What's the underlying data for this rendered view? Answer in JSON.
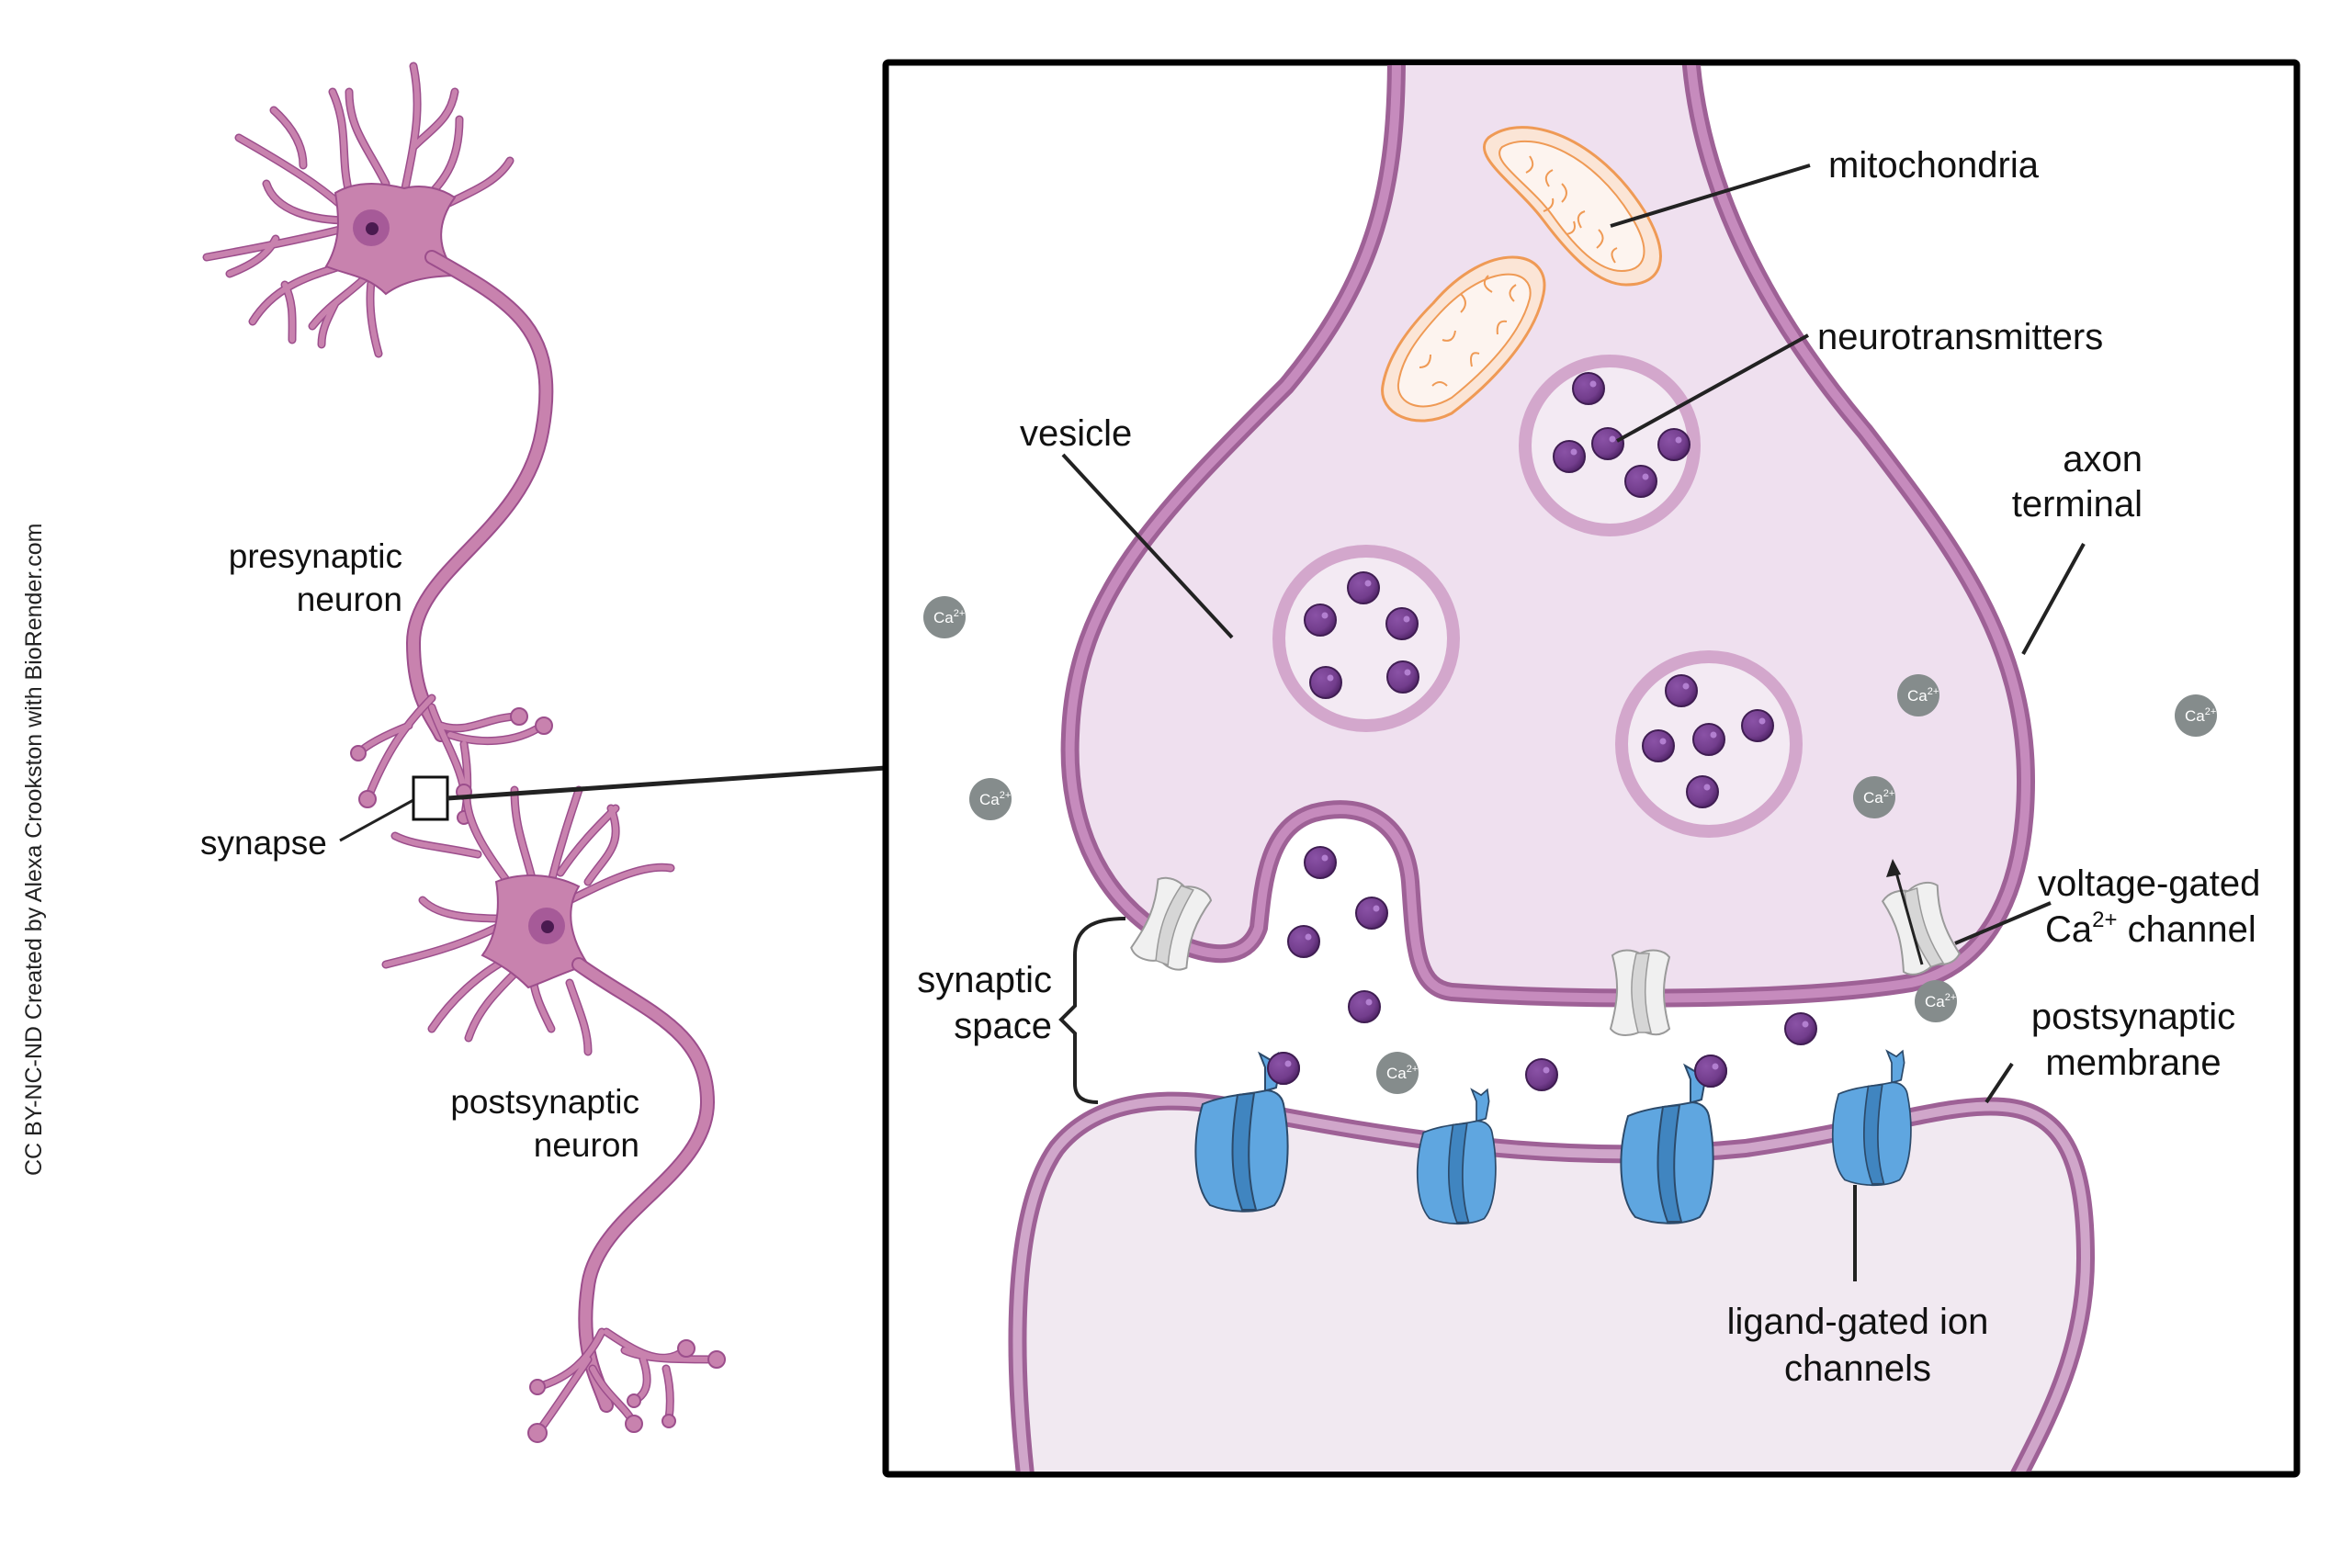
{
  "credit": "CC BY-NC-ND Created by Alexa Crookston with BioRender.com",
  "overview": {
    "presynaptic_label": [
      "presynaptic",
      "neuron"
    ],
    "postsynaptic_label": [
      "postsynaptic",
      "neuron"
    ],
    "synapse_label": "synapse"
  },
  "detail": {
    "mitochondria": "mitochondria",
    "neurotransmitters": "neurotransmitters",
    "vesicle": "vesicle",
    "axon_terminal": [
      "axon",
      "terminal"
    ],
    "voltage_gated": [
      "voltage-gated",
      "Ca",
      "2+",
      " channel"
    ],
    "synaptic_space": [
      "synaptic",
      "space"
    ],
    "postsynaptic_membrane": [
      "postsynaptic",
      "membrane"
    ],
    "ligand_gated": [
      "ligand-gated ion",
      "channels"
    ],
    "ion_label": "Ca",
    "ion_charge": "2+"
  },
  "colors": {
    "neuron_fill": "#c882ae",
    "neuron_stroke": "#9c4e8c",
    "nucleus": "#a65a98",
    "nucleolus": "#4a1a50",
    "terminal_fill": "#efe0ef",
    "membrane_light": "#c68bbd",
    "membrane_dark": "#9e6196",
    "vesicle_ring": "#d3a7cc",
    "vesicle_inner": "#f3eaf3",
    "neurotransmitter": "#723d8c",
    "mito_stroke": "#ef9a55",
    "mito_fill": "#fbe5d6",
    "ion": "#858c8c",
    "receptor": "#5fa6e0",
    "receptor_dark": "#4085c0",
    "vg_channel": "#eeeeee"
  }
}
